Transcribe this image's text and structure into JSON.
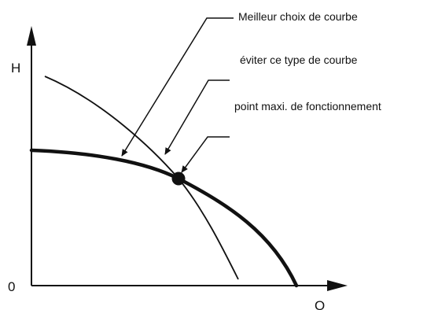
{
  "axes": {
    "y_label": "H",
    "x_label": "Q",
    "origin_label": "0"
  },
  "annotations": {
    "best_curve": "Meilleur choix de courbe",
    "avoid_curve": "éviter ce type de courbe",
    "max_point": "point maxi. de fonctionnement"
  },
  "colors": {
    "ink": "#111111",
    "background": "#ffffff"
  }
}
